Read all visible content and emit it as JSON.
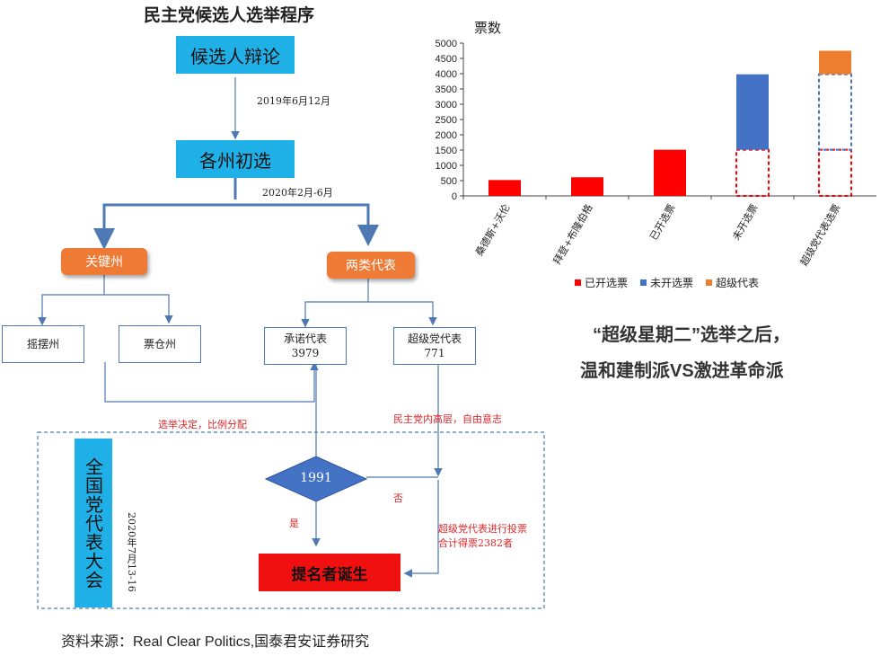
{
  "flow": {
    "title": "民主党候选人选举程序",
    "debate": "候选人辩论",
    "date_debate": "2019年6月12月",
    "primaries": "各州初选",
    "date_primaries": "2020年2月-6月",
    "key_states": "关键州",
    "two_types": "两类代表",
    "swing_states": "摇摆州",
    "safe_states": "票仓州",
    "pledged": "承诺代表",
    "pledged_count": "3979",
    "super": "超级党代表",
    "super_count": "771",
    "note_election": "选举决定，比例分配",
    "note_party": "民主党内高层，自由意志",
    "threshold": "1991",
    "yes": "是",
    "no": "否",
    "convention": "全国党代表大会",
    "convention_date": "2020年7月13-16",
    "super_vote_1": "超级党代表进行投票",
    "super_vote_2": "合计得票2382者",
    "nominee": "提名者诞生"
  },
  "headline": {
    "line1": "“超级星期二”选举之后，",
    "line2": "温和建制派VS激进革命派"
  },
  "source": "资料来源：Real Clear Politics,国泰君安证券研究",
  "colors": {
    "counted": "#ff0000",
    "uncounted": "#4472c4",
    "super": "#ed7d31",
    "cyan": "#20b0e8"
  },
  "chart_data": {
    "type": "bar",
    "stacked": true,
    "title": "票数",
    "categories": [
      "桑德斯+沃伦",
      "拜登+布隆伯格",
      "已开选票",
      "未开选票",
      "超级党代表选票"
    ],
    "series": [
      {
        "name": "已开选票",
        "values": [
          520,
          610,
          1510,
          1510,
          1510
        ],
        "outlined": [
          false,
          false,
          false,
          true,
          true
        ]
      },
      {
        "name": "未开选票",
        "values": [
          0,
          0,
          0,
          2470,
          2470
        ],
        "outlined": [
          false,
          false,
          false,
          false,
          true
        ]
      },
      {
        "name": "超级代表",
        "values": [
          0,
          0,
          0,
          0,
          771
        ]
      }
    ],
    "ylim": [
      0,
      5000
    ],
    "yticks": [
      "0",
      "500",
      "1000",
      "1500",
      "2000",
      "2500",
      "3000",
      "3500",
      "4000",
      "4500",
      "5000"
    ],
    "legend_position": "bottom",
    "grid": false
  }
}
